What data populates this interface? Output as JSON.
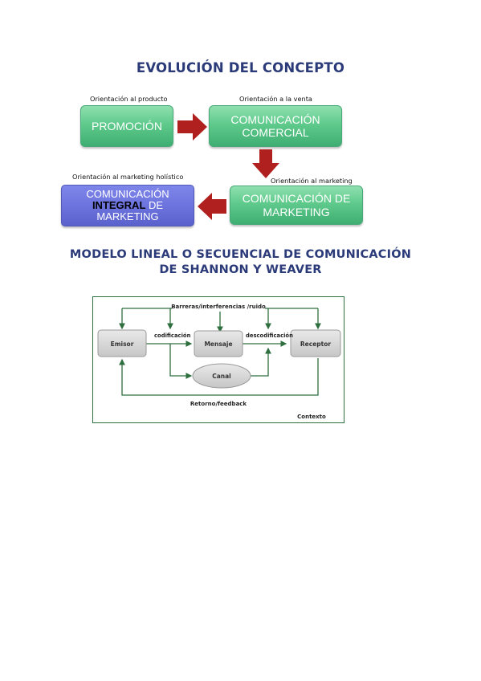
{
  "section1": {
    "title": "EVOLUCIÓN DEL CONCEPTO",
    "stages": [
      {
        "caption": "Orientación al producto",
        "line1": "PROMOCIÓN",
        "line2": ""
      },
      {
        "caption": "Orientación a la venta",
        "line1": "COMUNICACIÓN",
        "line2": "COMERCIAL"
      },
      {
        "caption": "Orientación al marketing",
        "line1": "COMUNICACIÓN DE",
        "line2": "MARKETING"
      },
      {
        "caption": "Orientación al marketing holístico",
        "line1": "COMUNICACIÓN",
        "integral": "INTEGRAL",
        "de": " DE",
        "line3": "MARKETING"
      }
    ],
    "colors": {
      "green": "#5fca8c",
      "purple": "#6b72dc",
      "arrow": "#b0201e",
      "title": "#2b3a78"
    }
  },
  "section2": {
    "title_line1": "MODELO LINEAL O SECUENCIAL DE COMUNICACIÓN",
    "title_line2": "DE SHANNON Y WEAVER",
    "diagram": {
      "barriers": "Barreras/interferencias /ruido",
      "emisor": "Emisor",
      "mensaje": "Mensaje",
      "receptor": "Receptor",
      "canal": "Canal",
      "codificacion": "codificación",
      "descodificacion": "descodificación",
      "feedback": "Retorno/feedback",
      "contexto": "Contexto"
    }
  }
}
